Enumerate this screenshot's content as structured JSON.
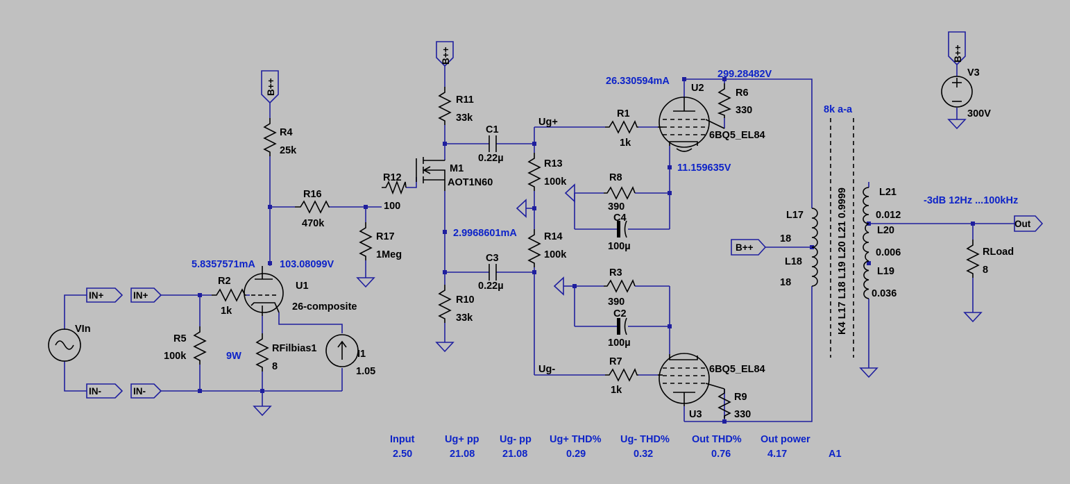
{
  "colors": {
    "background": "#c0c0c0",
    "wire": "#1f1f9e",
    "component": "#000000",
    "annotation": "#0d23c8"
  },
  "components": {
    "R4": {
      "name": "R4",
      "value": "25k"
    },
    "R16": {
      "name": "R16",
      "value": "470k"
    },
    "R12": {
      "name": "R12",
      "value": "100"
    },
    "R17": {
      "name": "R17",
      "value": "1Meg"
    },
    "R2": {
      "name": "R2",
      "value": "1k"
    },
    "R5": {
      "name": "R5",
      "value": "100k"
    },
    "RFilbias1": {
      "name": "RFilbias1",
      "value": "8"
    },
    "I1": {
      "name": "I1",
      "value": "1.05"
    },
    "U1": {
      "name": "U1",
      "value": "26-composite"
    },
    "VIn": {
      "name": "VIn"
    },
    "R11": {
      "name": "R11",
      "value": "33k"
    },
    "R10": {
      "name": "R10",
      "value": "33k"
    },
    "M1": {
      "name": "M1",
      "value": "AOT1N60"
    },
    "C1": {
      "name": "C1",
      "value": "0.22µ"
    },
    "C3": {
      "name": "C3",
      "value": "0.22µ"
    },
    "R13": {
      "name": "R13",
      "value": "100k"
    },
    "R14": {
      "name": "R14",
      "value": "100k"
    },
    "R1": {
      "name": "R1",
      "value": "1k"
    },
    "R7": {
      "name": "R7",
      "value": "1k"
    },
    "R8": {
      "name": "R8",
      "value": "390"
    },
    "R3": {
      "name": "R3",
      "value": "390"
    },
    "C4": {
      "name": "C4",
      "value": "100µ"
    },
    "C2": {
      "name": "C2",
      "value": "100µ"
    },
    "U2": {
      "name": "U2",
      "value": "6BQ5_EL84"
    },
    "U3": {
      "name": "U3",
      "value": "6BQ5_EL84"
    },
    "R6": {
      "name": "R6",
      "value": "330"
    },
    "R9": {
      "name": "R9",
      "value": "330"
    },
    "L17": {
      "name": "L17",
      "value": "18"
    },
    "L18": {
      "name": "L18",
      "value": "18"
    },
    "L21": {
      "name": "L21",
      "value": "0.012"
    },
    "L20": {
      "name": "L20",
      "value": "0.006"
    },
    "L19": {
      "name": "L19",
      "value": "0.036"
    },
    "V3": {
      "name": "V3",
      "value": "300V"
    },
    "RLoad": {
      "name": "RLoad",
      "value": "8"
    }
  },
  "nets": {
    "bpp": "B++",
    "in_plus": "IN+",
    "in_minus": "IN-",
    "ug_plus": "Ug+",
    "ug_minus": "Ug-",
    "out": "Out"
  },
  "operating_points": {
    "u1_current": "5.8357571mA",
    "u1_voltage": "103.08099V",
    "m1_current": "2.9968601mA",
    "u2_current": "26.330594mA",
    "plate_voltage": "299.28482V",
    "cathode_voltage": "11.159635V"
  },
  "annotations": {
    "heater_power": "9W",
    "transformer_impedance": "8k a-a",
    "coupling": "K4 L17 L18 L19 L20 L21 0.9999",
    "bandwidth": "-3dB 12Hz ...100kHz"
  },
  "measurements": [
    {
      "label": "Input",
      "value": "2.50"
    },
    {
      "label": "Ug+ pp",
      "value": "21.08"
    },
    {
      "label": "Ug- pp",
      "value": "21.08"
    },
    {
      "label": "Ug+ THD%",
      "value": "0.29"
    },
    {
      "label": "Ug- THD%",
      "value": "0.32"
    },
    {
      "label": "Out THD%",
      "value": "0.76"
    },
    {
      "label": "Out power",
      "value": "4.17"
    }
  ],
  "cell_ref": "A1"
}
